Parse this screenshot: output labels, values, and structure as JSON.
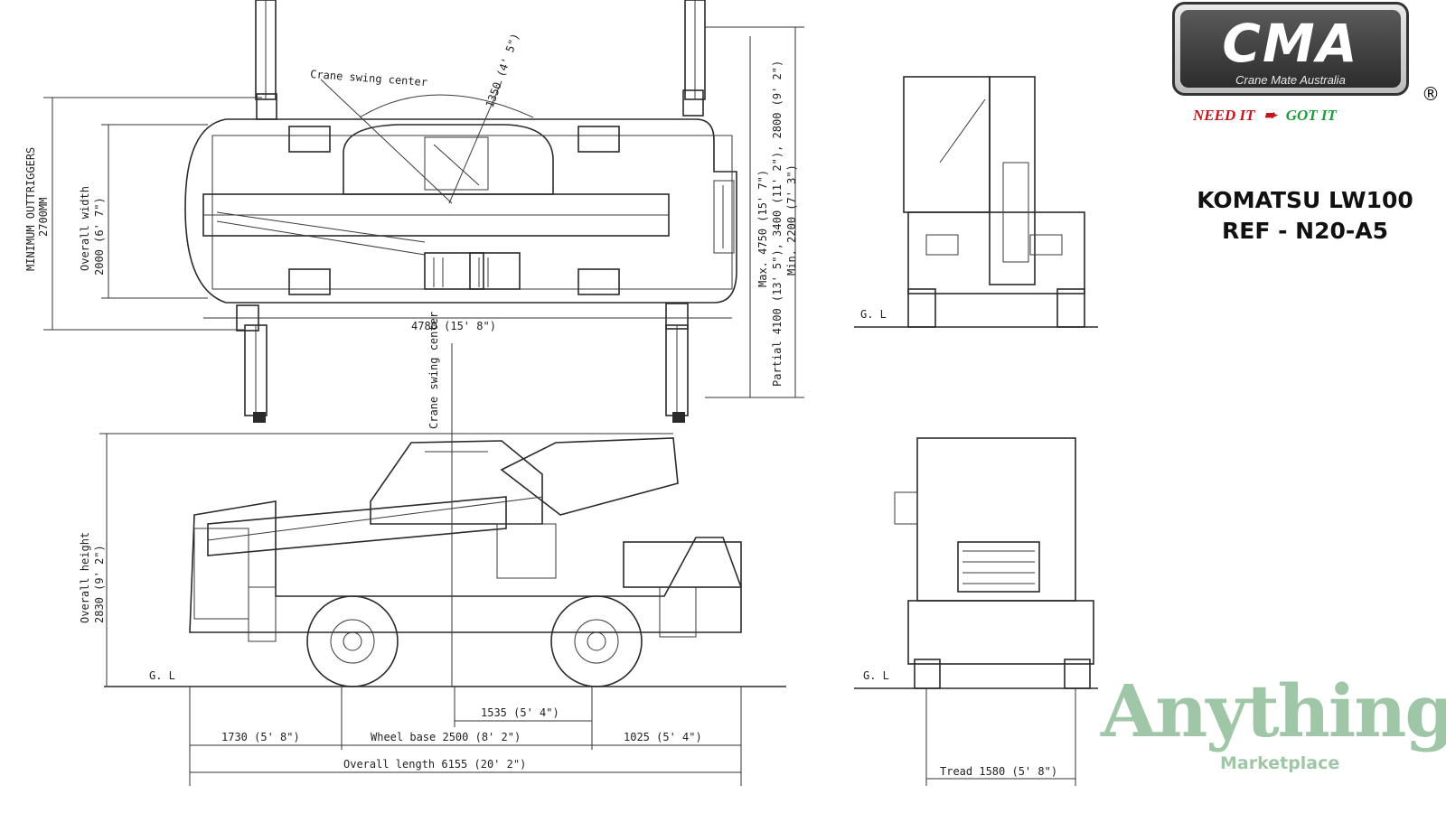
{
  "brand": {
    "logo_text": "CMA",
    "logo_subtitle": "Crane Mate Australia",
    "registered_mark": "®",
    "slogan_need": "NEED IT",
    "slogan_arrow": "➨",
    "slogan_got": "GOT IT"
  },
  "model": {
    "line1": "KOMATSU LW100",
    "line2": "REF - N20-A5"
  },
  "watermark": {
    "main": "Anything",
    "sub": "Marketplace"
  },
  "top_view": {
    "min_outriggers": "MINIMUM OUTTRIGGERS",
    "min_outriggers_value": "2700MM",
    "overall_width": "Overall width",
    "overall_width_value": "2000 (6' 7\")",
    "length": "4780 (15' 8\")",
    "swing_center": "Crane swing center",
    "swing_radius": "1350 (4' 5\")",
    "outrigger_max": "Max. 4750 (15' 7\")",
    "outrigger_partial": "Partial 4100 (13' 5\"), 3400 (11' 2\"), 2800 (9' 2\")",
    "outrigger_min": "Min. 2200 (7' 3\")"
  },
  "side_view": {
    "overall_height": "Overall height",
    "overall_height_value": "2830 (9' 2\")",
    "swing_center": "Crane swing center",
    "gl": "G. L",
    "dim_front_to_swing": "1535 (5' 4\")",
    "dim_front_overhang": "1730 (5' 8\")",
    "dim_wheel_base": "Wheel base 2500 (8' 2\")",
    "dim_rear_overhang": "1025 (5' 4\")",
    "dim_overall_length": "Overall length 6155 (20' 2\")"
  },
  "front_view": {
    "gl": "G. L"
  },
  "rear_view": {
    "gl": "G. L",
    "tread": "Tread 1580 (5' 8\")"
  }
}
